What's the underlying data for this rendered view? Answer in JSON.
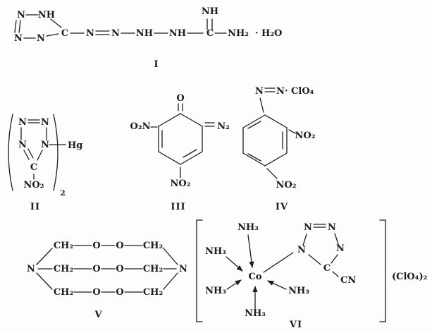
{
  "page": {
    "background": "#fdfdfb",
    "ink": "#1d1c1a"
  },
  "structures": {
    "one": {
      "label": "I",
      "ring": {
        "n_tl": "N",
        "nh_tr": "NH",
        "n_bl": "N",
        "n_br": "N",
        "c": "C"
      },
      "chain": {
        "n1": "N",
        "n2": "N",
        "nh1": "NH",
        "nh2": "NH",
        "c": "C",
        "imine_nh": "NH",
        "amino": "NH₂",
        "hydrate": "· H₂O"
      }
    },
    "two": {
      "label": "II",
      "ring": {
        "n_tl": "N",
        "n_tr": "N",
        "n_bl": "N",
        "n_br": "N",
        "c": "C"
      },
      "nitro": "NO₂",
      "stoich_subscript": "2",
      "metal": "Hg"
    },
    "three": {
      "label": "III",
      "oxo": "O",
      "diazo": "N₂",
      "nitro_left": "O₂N",
      "nitro_bottom": "NO₂"
    },
    "four": {
      "label": "IV",
      "diazonium_n1": "N",
      "diazonium_n2": "N",
      "perchlorate": "· ClO₄",
      "nitro_ortho": "NO₂",
      "nitro_para": "NO₂"
    },
    "five": {
      "label": "V",
      "n_left": "N",
      "n_right": "N",
      "rows": [
        {
          "ch2_l": "CH₂",
          "o1": "O",
          "o2": "O",
          "ch2_r": "CH₂"
        },
        {
          "ch2_l": "CH₂",
          "o1": "O",
          "o2": "O",
          "ch2_r": "CH₂"
        },
        {
          "ch2_l": "CH₂",
          "o1": "O",
          "o2": "O",
          "ch2_r": "CH₂"
        }
      ]
    },
    "six": {
      "label": "VI",
      "metal": "Co",
      "ammine": "NH₃",
      "ring": {
        "n1": "N",
        "n2": "N",
        "n3": "N",
        "n4": "N",
        "c": "C"
      },
      "cyano": "CN",
      "counterion": "(ClO₄)₂"
    }
  }
}
